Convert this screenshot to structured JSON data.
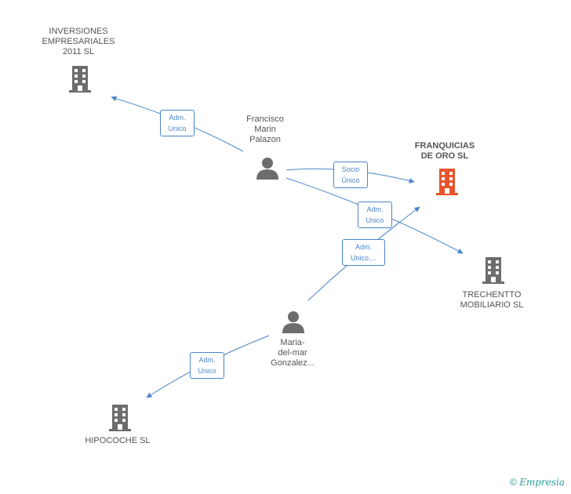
{
  "nodes": {
    "inversiones": {
      "label_lines": [
        "INVERSIONES",
        "EMPRESARIALES",
        "2011 SL"
      ],
      "icon": "building-icon"
    },
    "franquicias": {
      "label_lines": [
        "FRANQUICIAS",
        "DE ORO SL"
      ],
      "icon": "building-icon",
      "color": "#e8542d"
    },
    "trechentto": {
      "label_lines": [
        "TRECHENTTO",
        "MOBILIARIO SL"
      ],
      "icon": "building-icon"
    },
    "hipocoche": {
      "label_lines": [
        "HIPOCOCHE SL"
      ],
      "icon": "building-icon"
    },
    "francisco": {
      "label_lines": [
        "Francisco",
        "Marin",
        "Palazon"
      ],
      "icon": "person-icon"
    },
    "mariadelmar": {
      "label_lines": [
        "Maria-",
        "del-mar",
        "Gonzalez..."
      ],
      "icon": "person-icon"
    }
  },
  "edges": {
    "francisco_inversiones": {
      "lines": [
        "Adm.",
        "Unico"
      ]
    },
    "francisco_franquicias": {
      "lines": [
        "Socio",
        "Único"
      ]
    },
    "francisco_trechentto": {
      "lines": [
        "Adm.",
        "Unico"
      ]
    },
    "mariadelmar_franquicias": {
      "lines": [
        "Adm.",
        "Unico,..."
      ]
    },
    "mariadelmar_hipocoche": {
      "lines": [
        "Adm.",
        "Unico"
      ]
    }
  },
  "colors": {
    "edge": "#4a86c8",
    "building": "#6d6d6d",
    "building_focus": "#e8542d",
    "person": "#6d6d6d"
  },
  "footer": {
    "symbol": "©",
    "brand": "Empresia"
  }
}
